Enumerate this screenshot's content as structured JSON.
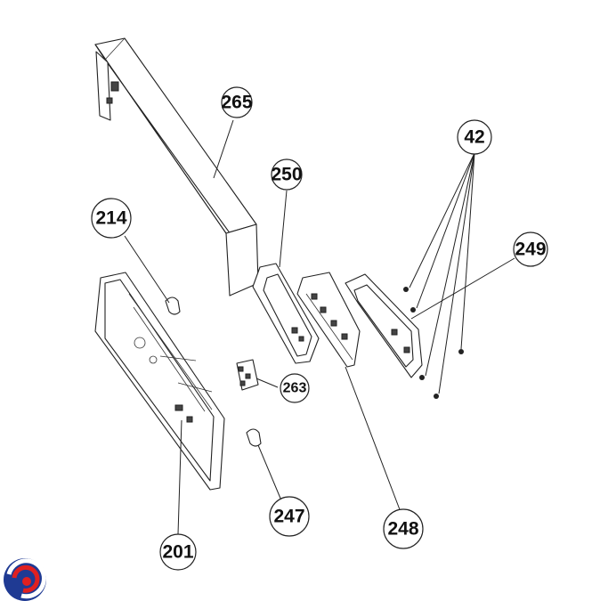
{
  "diagram": {
    "callouts": [
      {
        "id": "265",
        "label": "265"
      },
      {
        "id": "250",
        "label": "250"
      },
      {
        "id": "42",
        "label": "42"
      },
      {
        "id": "249",
        "label": "249"
      },
      {
        "id": "214",
        "label": "214"
      },
      {
        "id": "263",
        "label": "263"
      },
      {
        "id": "247",
        "label": "247"
      },
      {
        "id": "248",
        "label": "248"
      },
      {
        "id": "201",
        "label": "201"
      }
    ]
  },
  "logo": {
    "name": "brand-logo",
    "colors": [
      "#1f3a93",
      "#e02020"
    ]
  }
}
